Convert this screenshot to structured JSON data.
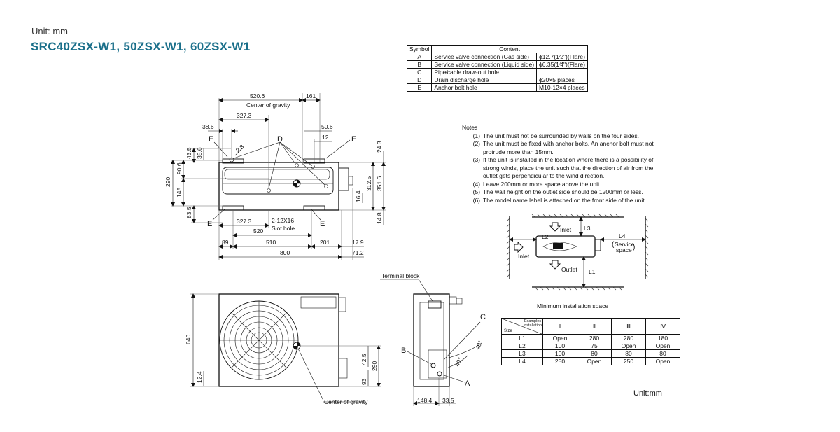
{
  "header": {
    "unit_label": "Unit: mm",
    "model_title": "SRC40ZSX-W1, 50ZSX-W1, 60ZSX-W1"
  },
  "symbol_table": {
    "header": [
      "Symbol",
      "Content"
    ],
    "rows": [
      {
        "symbol": "A",
        "content": "Service valve connection  (Gas side)",
        "spec": "ϕ12.7(1⁄2\")(Flare)"
      },
      {
        "symbol": "B",
        "content": "Service valve connection  (Liquid side)",
        "spec": "ϕ6.35(1⁄4\")(Flare)"
      },
      {
        "symbol": "C",
        "content": "Pipe∕cable draw-out hole",
        "spec": ""
      },
      {
        "symbol": "D",
        "content": "Drain discharge hole",
        "spec": "ϕ20×5 places"
      },
      {
        "symbol": "E",
        "content": "Anchor bolt hole",
        "spec": "M10-12×4 places"
      }
    ]
  },
  "notes": {
    "title": "Notes",
    "items": [
      {
        "num": "(1)",
        "lines": [
          "The unit must not be surrounded by walls on the four sides."
        ]
      },
      {
        "num": "(2)",
        "lines": [
          "The unit must be fixed with anchor bolts. An anchor bolt must not",
          "protrude more than 15mm."
        ]
      },
      {
        "num": "(3)",
        "lines": [
          "If the unit is installed in the location where there is a possibility of",
          "strong winds, place the unit such that the direction of air from the",
          "outlet gets perpendicular to the wind direction."
        ]
      },
      {
        "num": "(4)",
        "lines": [
          "Leave 200mm or more space above the unit."
        ]
      },
      {
        "num": "(5)",
        "lines": [
          "The wall height on the outlet side should be 1200mm or less."
        ]
      },
      {
        "num": "(6)",
        "lines": [
          "The model name label is attached on the front side of the unit."
        ]
      }
    ]
  },
  "top_view": {
    "dims": {
      "d520_6": "520.6",
      "d161": "161",
      "center_of_gravity": "Center of gravity",
      "d327_3_top": "327.3",
      "d38_6": "38.6",
      "d50_6": "50.6",
      "d12": "12",
      "d43_5": "43.5",
      "d35_6": "35.6",
      "d90_6": "90.6",
      "d290": "290",
      "d145": "145",
      "d83_5": "83.5",
      "d24_3": "24.3",
      "d312_5": "312.5",
      "d351_6": "351.6",
      "d16_4": "16.4",
      "d14_8": "14.8",
      "d2_8": "2.8",
      "d327_3_bottom": "327.3",
      "slot_spec": "2-12X16",
      "slot_hole": "Slot hole",
      "d520": "520",
      "d89": "89",
      "d510": "510",
      "d201": "201",
      "d17_9": "17.9",
      "d800": "800",
      "d71_2": "71.2"
    },
    "labels": {
      "D": "D",
      "E1": "E",
      "E2": "E",
      "E3": "E",
      "E4": "E"
    }
  },
  "front_view": {
    "dims": {
      "d640": "640",
      "d12_4": "12.4",
      "d42_5": "42.5",
      "d290": "290",
      "d93": "93"
    },
    "center_of_gravity": "Center of gravity"
  },
  "side_view": {
    "terminal_block": "Terminal block",
    "labels": {
      "A": "A",
      "B": "B",
      "C": "C"
    },
    "dims": {
      "d148_4": "148.4",
      "d33_5": "33.5",
      "a40_1": "40°",
      "a40_2": "40°"
    }
  },
  "installation_diagram": {
    "L1": "L1",
    "L2": "L2",
    "L3": "L3",
    "L4": "L4",
    "inlet_top": "Inlet",
    "inlet_left": "Inlet",
    "outlet": "Outlet",
    "service_space_line1": "Service",
    "service_space_line2": "space"
  },
  "min_space": {
    "caption": "Minimum installation space",
    "corner_top": "Examples installation",
    "corner_bottom": "Size",
    "columns": [
      "Ⅰ",
      "Ⅱ",
      "Ⅲ",
      "Ⅳ"
    ],
    "rows": [
      {
        "size": "L1",
        "values": [
          "Open",
          "280",
          "280",
          "180"
        ]
      },
      {
        "size": "L2",
        "values": [
          "100",
          "75",
          "Open",
          "Open"
        ]
      },
      {
        "size": "L3",
        "values": [
          "100",
          "80",
          "80",
          "80"
        ]
      },
      {
        "size": "L4",
        "values": [
          "250",
          "Open",
          "250",
          "Open"
        ]
      }
    ]
  },
  "footer": {
    "unit_mm": "Unit:mm"
  }
}
